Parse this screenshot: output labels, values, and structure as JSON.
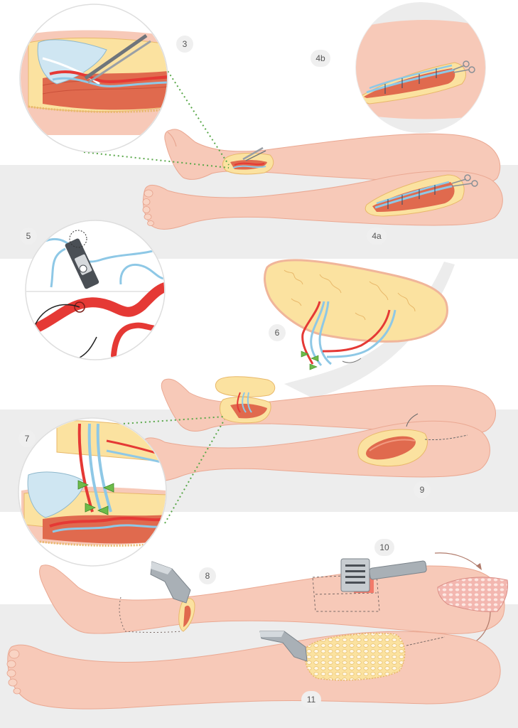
{
  "steps": {
    "s3": "3",
    "s4a": "4a",
    "s4b": "4b",
    "s5": "5",
    "s6": "6",
    "s7": "7",
    "s8": "8",
    "s9": "9",
    "s10": "10",
    "s11": "11"
  },
  "colors": {
    "background": "#ffffff",
    "band": "#ededed",
    "skin": "#f7c9b8",
    "skin_shadow": "#eeb3a0",
    "wound": "#f2a07c",
    "fat": "#fbe2a0",
    "artery": "#e53935",
    "vein": "#8ec8e6",
    "muscle": "#e06a4e",
    "green_clip": "#6dbb4a",
    "instrument": "#9aa0a6",
    "dotted_line": "#5aa84a"
  }
}
